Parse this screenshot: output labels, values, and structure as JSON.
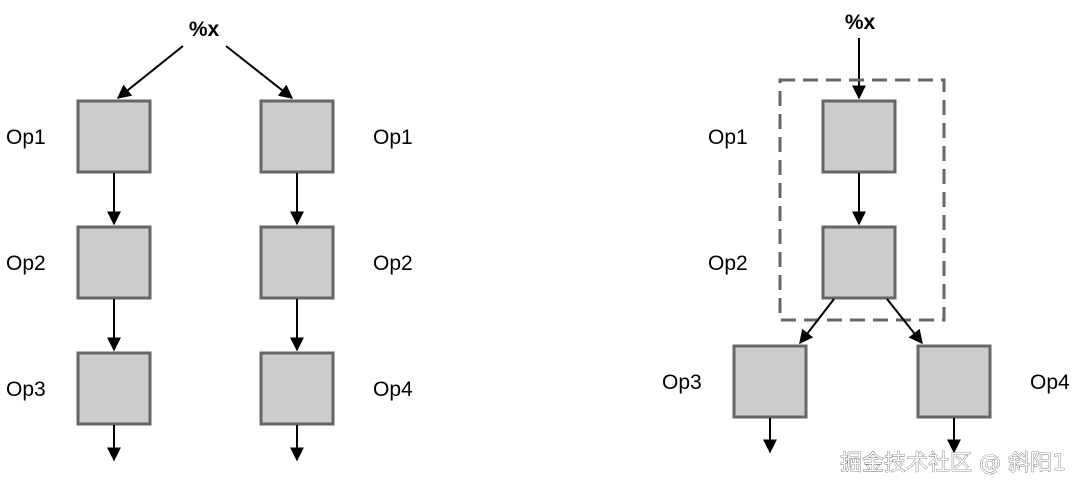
{
  "left_diagram": {
    "input": "%x",
    "left_column": [
      "Op1",
      "Op2",
      "Op3"
    ],
    "right_column": [
      "Op1",
      "Op2",
      "Op4"
    ]
  },
  "right_diagram": {
    "input": "%x",
    "fused_ops": [
      "Op1",
      "Op2"
    ],
    "branch_ops": [
      "Op3",
      "Op4"
    ]
  },
  "watermark": "掘金技术社区 @ 斜阳1",
  "colors": {
    "box_fill": "#cccccc",
    "box_stroke": "#666666",
    "arrow": "#000000"
  }
}
